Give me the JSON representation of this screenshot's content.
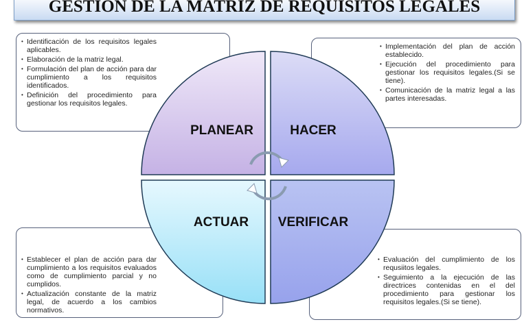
{
  "title": "GESTION DE LA MATRIZ DE REQUISITOS LEGALES",
  "quadrants": {
    "planear": "PLANEAR",
    "hacer": "HACER",
    "actuar": "ACTUAR",
    "verificar": "VERIFICAR"
  },
  "boxes": {
    "planear": [
      "Identificación de los requisitos legales aplicables.",
      "Elaboración de la matriz legal.",
      "Formulación del plan de acción para dar cumplimiento a los requisitos identificados.",
      "Definición del procedimiento para gestionar los requisitos legales."
    ],
    "hacer": [
      "Implementación del plan de  acción establecido.",
      "Ejecución del procedimiento para gestionar los requisitos legales.(Si se tiene).",
      "Comunicación de la matriz legal a las partes interesadas."
    ],
    "actuar": [
      "Establecer el plan de acción para dar cumplimiento a los requisitos evaluados como de cumplimiento parcial y no cumplidos.",
      "Actualización constante de la matriz legal, de acuerdo a los cambios normativos."
    ],
    "verificar": [
      "Evaluación del cumplimiento de los requsiitos legales.",
      "Seguimiento a la ejecución de las directrices contenidas en el del procedimiento para gestionar los requisitos legales.(Si se tiene)."
    ]
  },
  "colors": {
    "planear": "#d9cdf0",
    "hacer": "#b9bcf2",
    "actuar": "#bdeefb",
    "verificar": "#aab5f0",
    "outline": "#1f3a55"
  }
}
